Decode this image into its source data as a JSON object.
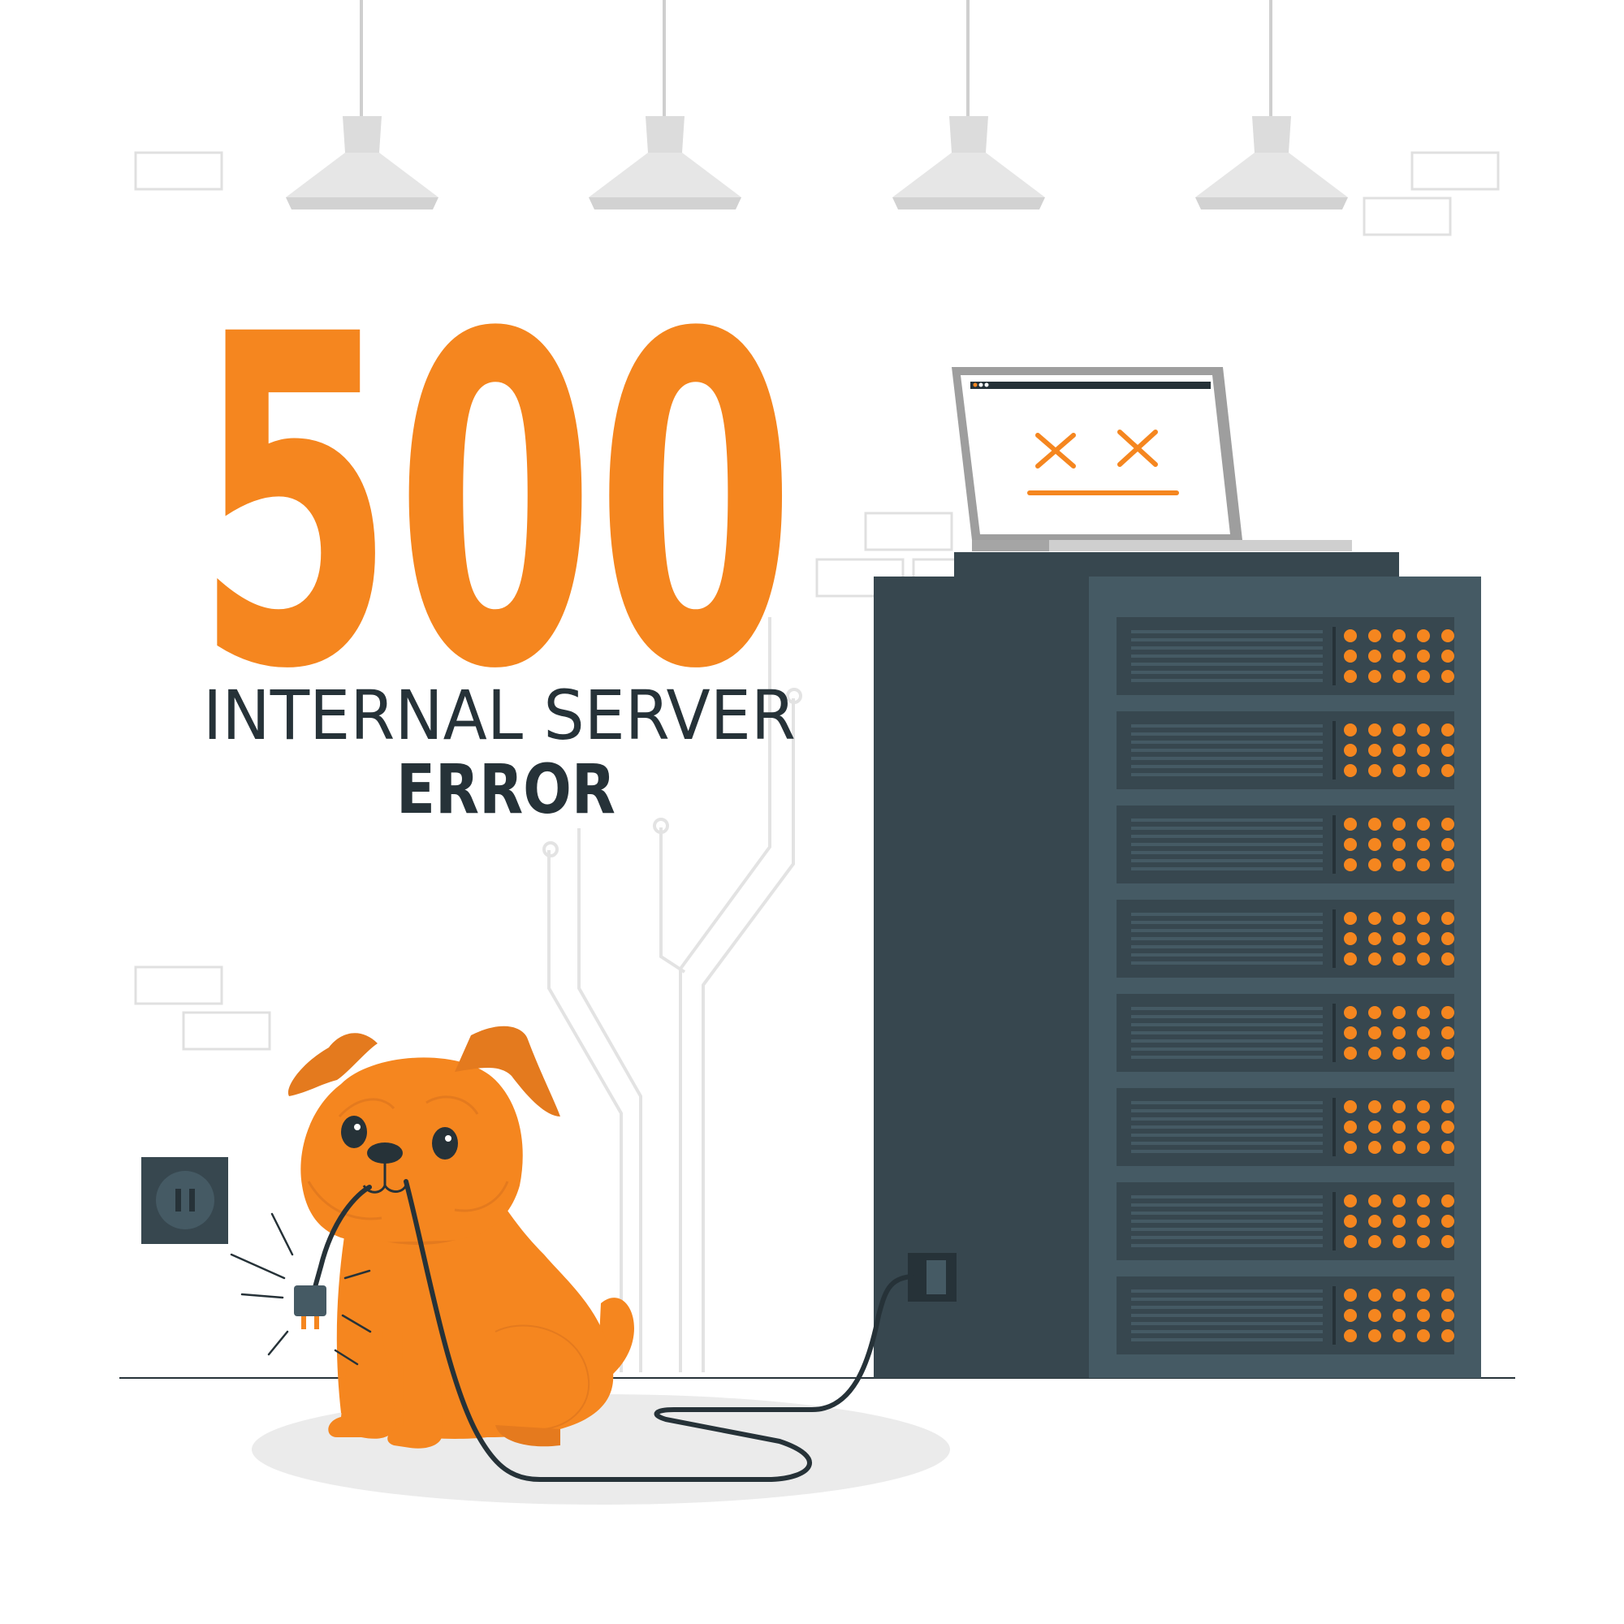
{
  "error": {
    "code": "500",
    "title_line1": "INTERNAL SERVER",
    "title_line2": "ERROR"
  },
  "colors": {
    "accent": "#F5861F",
    "dark": "#263238",
    "server_dark": "#37474F",
    "server_mid": "#455A64",
    "light_gray": "#E6E6E6",
    "outline_gray": "#E0E0E0"
  },
  "icons": {
    "laptop_screen": "dead-face-icon",
    "outlet": "power-outlet-icon",
    "plug": "power-plug-icon",
    "mascot": "puppy-chewing-cable"
  }
}
